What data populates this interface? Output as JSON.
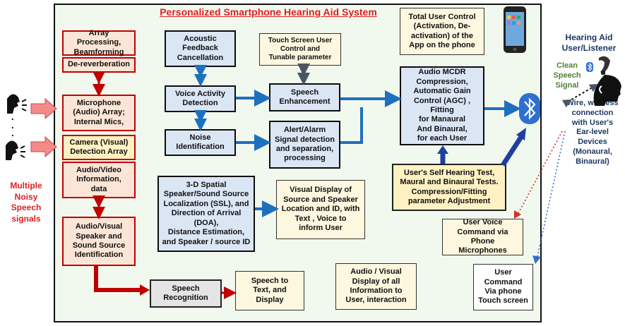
{
  "title": "Personalized Smartphone Hearing Aid System",
  "left": {
    "input_label": "Multiple\nNoisy\nSpeech\nsignals",
    "dots": ".\n.\n."
  },
  "right": {
    "user_title": "Hearing Aid\nUser/Listener",
    "clean_signal": "Clean\nSpeech\nSignal",
    "connection": "Wire, wireless\nconnection\nwith User's\nEar-level\nDevices\n(Monaural,\nBinaural)"
  },
  "boxes": {
    "array_processing": "Array Processing,\nBeamforming",
    "dereverberation": "De-reverberation",
    "microphone": "Microphone\n(Audio) Array;\nInternal Mics,",
    "camera": "Camera (Visual)\nDetection Array",
    "audio_video_info": "Audio/Video\nInformation,\ndata",
    "av_speaker_id": "Audio/Visual\nSpeaker and\nSound Source\nIdentification",
    "acoustic_feedback": "Acoustic\nFeedback\nCancellation",
    "vad": "Voice Activity\nDetection",
    "noise_id": "Noise\nIdentification",
    "touch_control": "Touch Screen User\nControl and\nTunable parameter",
    "speech_enhancement": "Speech\nEnhancement",
    "alert_alarm": "Alert/Alarm\nSignal detection\nand separation,\nprocessing",
    "total_control": "Total User Control\n(Activation, De-\nactivation) of the\nApp on the phone",
    "audio_mcdr": "Audio MCDR\nCompression,\nAutomatic Gain\nControl (AGC) , Fitting\nfor Manaural\nAnd Binaural,\nfor each User",
    "self_hearing_test": "User's Self Hearing Test,\nMaural and Binaural Tests.\nCompression/Fitting\nparameter Adjustment",
    "spatial_3d": "3-D Spatial\nSpeaker/Sound Source\nLocalization (SSL), and\nDirection of Arrival\n(DOA),\nDistance Estimation,\nand Speaker / source ID",
    "visual_display": "Visual Display of\nSource and Speaker\nLocation and ID, with\nText , Voice to\ninform User",
    "user_voice_command": "User Voice\nCommand via\nPhone Microphones",
    "speech_recognition": "Speech\nRecognition",
    "speech_to_text": "Speech to\nText, and\nDisplay",
    "av_display_all": "Audio / Visual\nDisplay of all\nInformation to\nUser, interaction",
    "touch_command": "User\nCommand\nVia phone\nTouch screen"
  },
  "colors": {
    "arrow_blue": "#1f6fbf",
    "arrow_red": "#c00000",
    "bluetooth": "#2f6fd0",
    "title_red": "#e02020"
  }
}
